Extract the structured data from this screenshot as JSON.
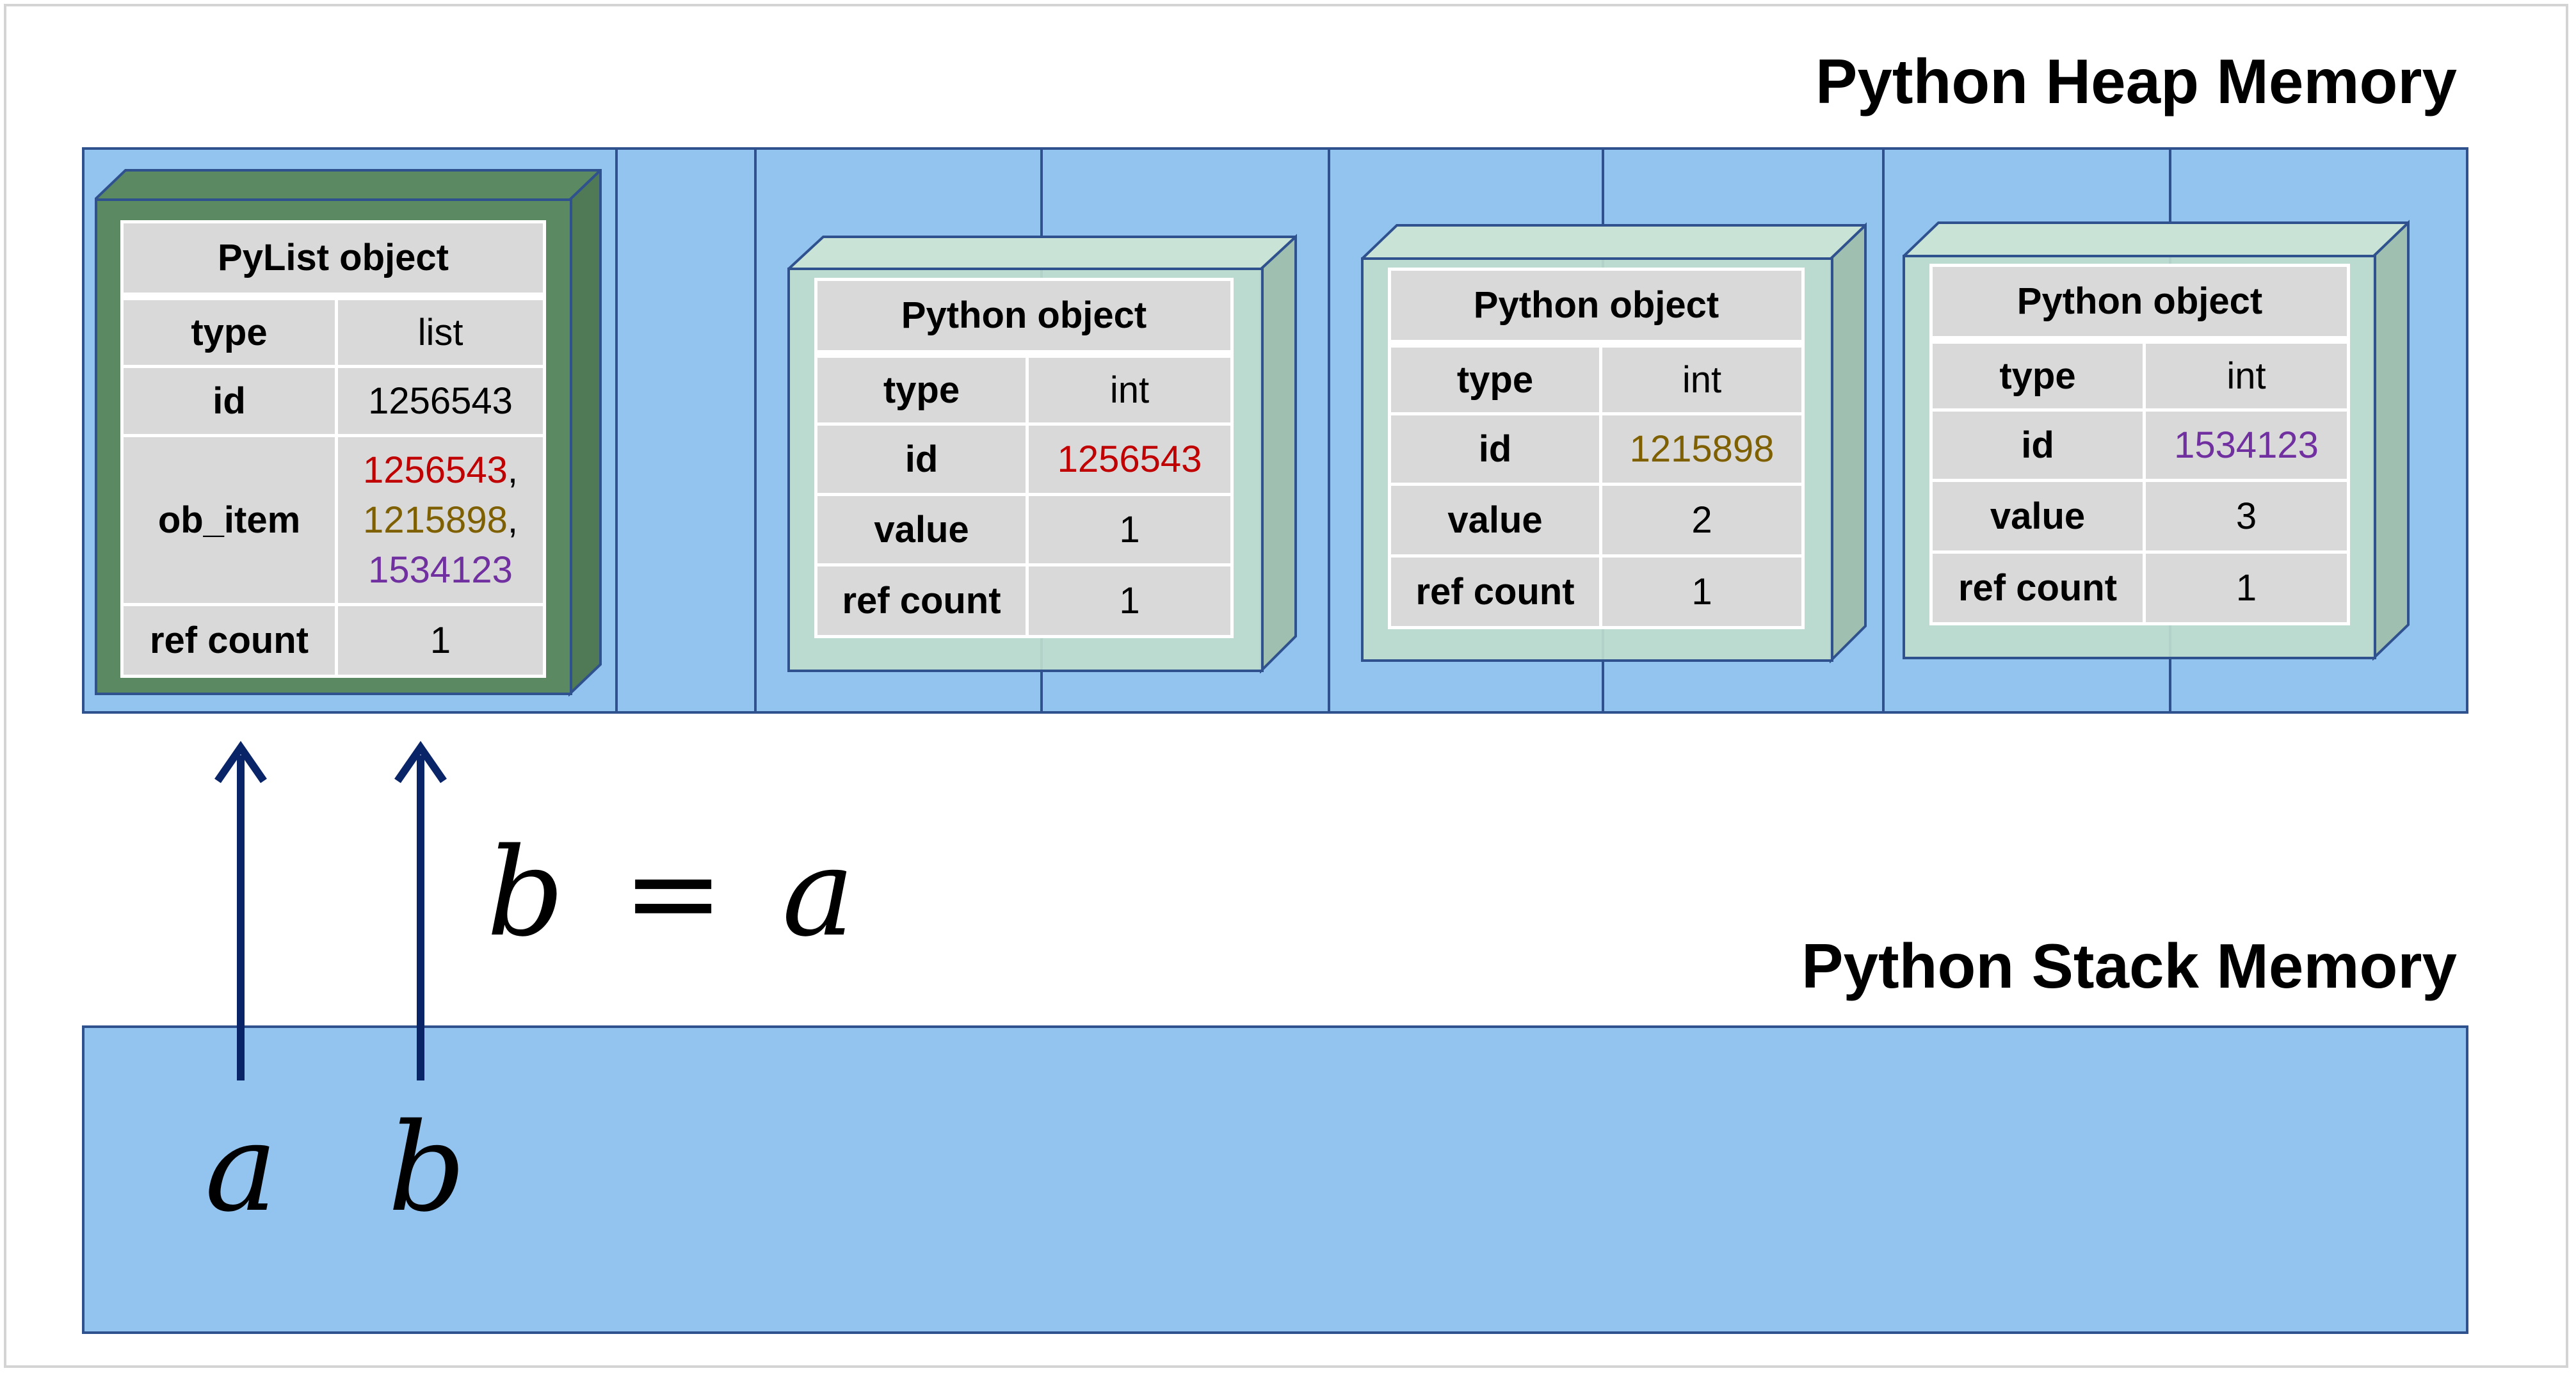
{
  "heap": {
    "title": "Python Heap Memory"
  },
  "stack": {
    "title": "Python Stack Memory"
  },
  "list_object": {
    "header": "PyList object",
    "rows": {
      "type": {
        "key": "type",
        "value": "list"
      },
      "id": {
        "key": "id",
        "value": "1256543"
      },
      "ob_item": {
        "key": "ob_item",
        "items": [
          "1256543",
          "1215898",
          "1534123"
        ],
        "separator": ","
      },
      "ref_count": {
        "key": "ref count",
        "value": "1"
      }
    }
  },
  "int_objects": [
    {
      "header": "Python object",
      "type_key": "type",
      "type": "int",
      "id_key": "id",
      "id": "1256543",
      "id_color": "#c00000",
      "value_key": "value",
      "value": "1",
      "ref_key": "ref count",
      "ref_count": "1"
    },
    {
      "header": "Python object",
      "type_key": "type",
      "type": "int",
      "id_key": "id",
      "id": "1215898",
      "id_color": "#7f6000",
      "value_key": "value",
      "value": "2",
      "ref_key": "ref count",
      "ref_count": "1"
    },
    {
      "header": "Python object",
      "type_key": "type",
      "type": "int",
      "id_key": "id",
      "id": "1534123",
      "id_color": "#7030a0",
      "value_key": "value",
      "value": "3",
      "ref_key": "ref count",
      "ref_count": "1"
    }
  ],
  "assignment": {
    "lhs": "b",
    "op": "=",
    "rhs": "a"
  },
  "variables": [
    "a",
    "b"
  ],
  "colors": {
    "memory_panel": "#93c3ef",
    "panel_border": "#2f528f",
    "list_box": "#5b8a62",
    "int_box": "#bedccd",
    "table_cell": "#d9d9d9",
    "arrow": "#0a2468"
  }
}
